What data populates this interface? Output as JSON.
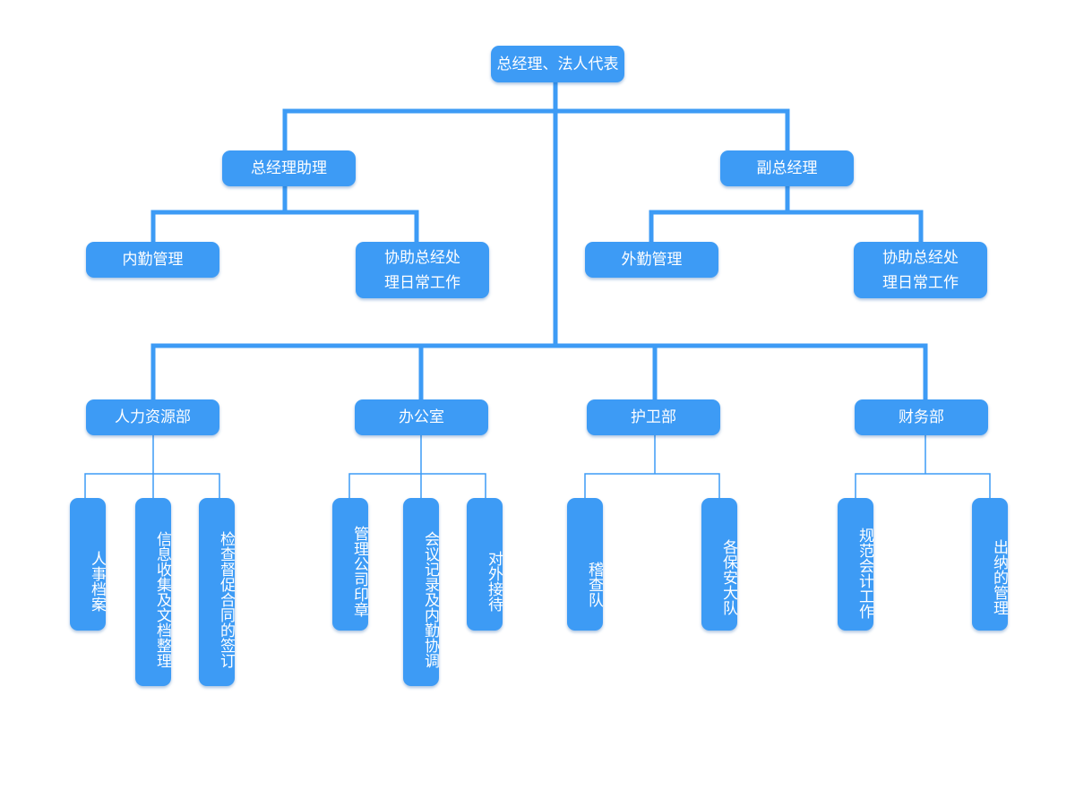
{
  "colors": {
    "node_fill": "#3d9bf5",
    "connector_thick": "#3d9bf5",
    "connector_thin": "#3d9bf5",
    "text": "#ffffff"
  },
  "top": {
    "ceo": "总经理、法人代表"
  },
  "level2": {
    "assistant": "总经理助理",
    "deputy": "副总经理"
  },
  "level3": {
    "internal": "内勤管理",
    "assist_left": [
      "协助总经处",
      "理日常工作"
    ],
    "external": "外勤管理",
    "assist_right": [
      "协助总经处",
      "理日常工作"
    ]
  },
  "departments": {
    "hr": "人力资源部",
    "office": "办公室",
    "security": "护卫部",
    "finance": "财务部"
  },
  "hr_units": [
    "人事档案",
    "信息收集及文档整理",
    "检查督促合同的签订"
  ],
  "office_units": [
    "管理公司印章",
    "会议记录及内勤协调",
    "对外接待"
  ],
  "security_units": [
    "稽查队",
    "各保安大队"
  ],
  "finance_units": [
    "规范会计工作",
    "出纳的管理"
  ]
}
